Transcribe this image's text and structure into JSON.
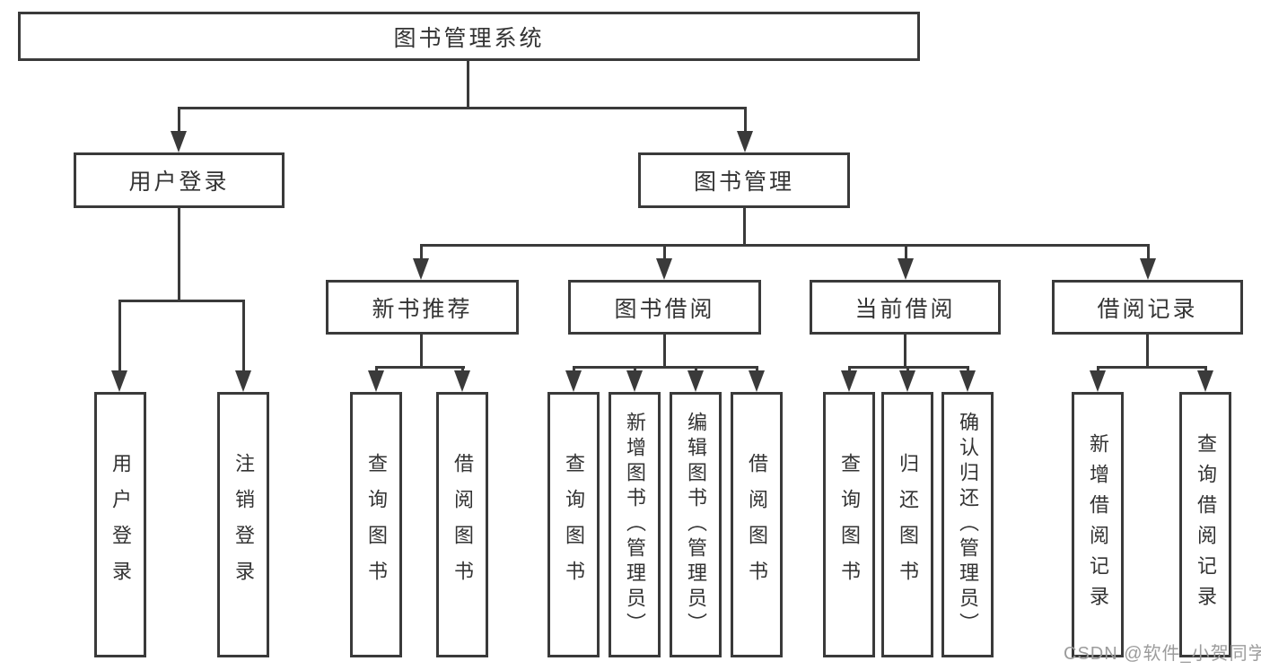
{
  "diagram": {
    "root_label": "图书管理系统",
    "nodes": {
      "user_login": "用户登录",
      "book_mgmt": "图书管理",
      "new_book": "新书推荐",
      "book_borrow": "图书借阅",
      "current_borrow": "当前借阅",
      "borrow_record": "借阅记录"
    },
    "leaves": {
      "user_login": [
        "用户登录",
        "注销登录"
      ],
      "new_book": [
        "查询图书",
        "借阅图书"
      ],
      "book_borrow": [
        "查询图书",
        "新增图书（管理员）",
        "编辑图书（管理员）",
        "借阅图书"
      ],
      "current_borrow": [
        "查询图书",
        "归还图书",
        "确认归还（管理员）"
      ],
      "borrow_record": [
        "新增借阅记录",
        "查询借阅记录"
      ]
    },
    "colors": {
      "line": "#3a3a3a",
      "text": "#333333",
      "background": "#ffffff",
      "watermark_text": "#9c9c9c"
    }
  },
  "watermark": {
    "label": "CSDN @软件_小贺同学"
  }
}
